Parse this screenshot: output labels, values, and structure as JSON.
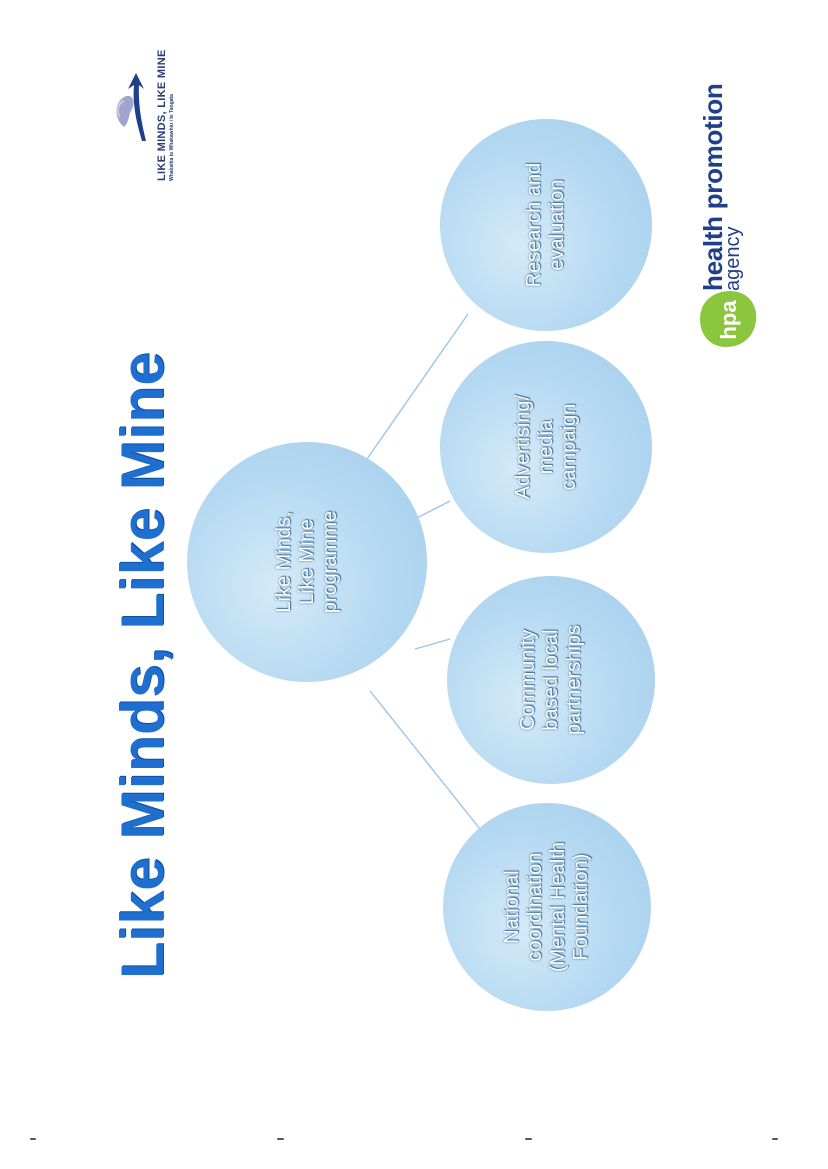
{
  "title": "Like Minds, Like Mine",
  "center_node": "Like Minds,\nLike Mine\nprogramme",
  "nodes": [
    "National\ncoordination\n(Mental Health\nFoundation)",
    "Community\nbased local\npartnerships",
    "Advertising/\nmedia\ncampaign",
    "Research and\nevaluation"
  ],
  "logos": {
    "like_minds": {
      "name": "LIKE MINDS, LIKE MINE",
      "tagline": "Whakaitia te Whakawhiu i te Tangata"
    },
    "hpa": {
      "mark": "hpa",
      "name": "health promotion",
      "sub": "agency"
    }
  },
  "colors": {
    "title": "#1f6fd0",
    "node_fill": "#b4d8f1",
    "connector": "#9cc5e6",
    "hpa_green": "#8cc63f",
    "hpa_blue": "#1f3f8a"
  }
}
